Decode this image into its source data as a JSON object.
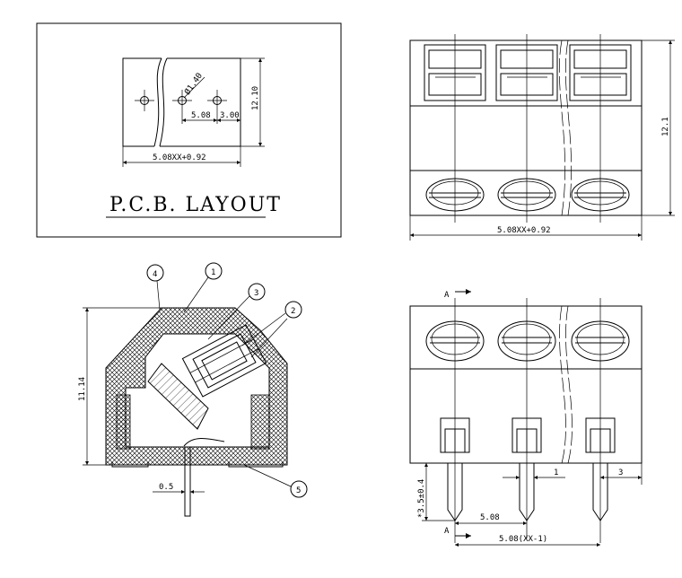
{
  "pcb_layout": {
    "title": "P.C.B. LAYOUT",
    "hole_diameter": "Ø1.40",
    "pitch": "5.08",
    "offset": "3.00",
    "height": "12.10",
    "width": "5.08XX+0.92"
  },
  "top_view": {
    "height": "12.1",
    "width": "5.08XX+0.92"
  },
  "side_view": {
    "height": "11.14",
    "pin_width": "0.5",
    "callouts": [
      "1",
      "2",
      "3",
      "4",
      "5"
    ]
  },
  "front_view": {
    "section_top": "A",
    "section_bottom": "A",
    "pin_length": "*3.5±0.4",
    "pin_width": "1",
    "edge_offset": "3",
    "pitch": "5.08",
    "total_pitch": "5.08(XX-1)"
  }
}
